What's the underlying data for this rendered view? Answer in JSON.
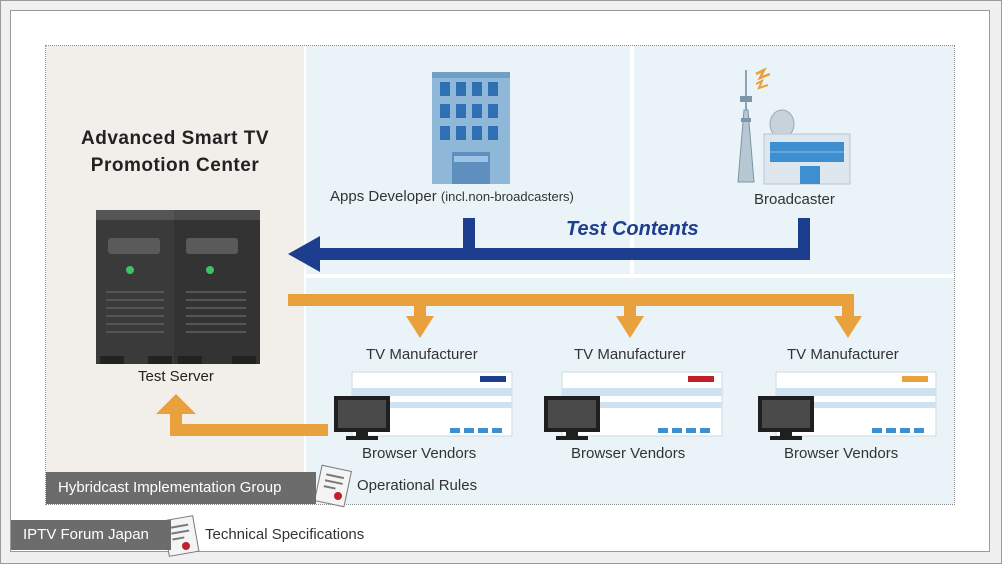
{
  "center": {
    "title_line1": "Advanced Smart TV",
    "title_line2": "Promotion Center",
    "server_label": "Test Server"
  },
  "apps_developer": {
    "label": "Apps Developer",
    "note": "(incl.non-broadcasters)"
  },
  "broadcaster": {
    "label": "Broadcaster"
  },
  "flow": {
    "test_contents": "Test Contents"
  },
  "tv_manufacturers": [
    {
      "label": "TV Manufacturer",
      "vendor_label": "Browser Vendors",
      "accent": "#1d3e8f"
    },
    {
      "label": "TV Manufacturer",
      "vendor_label": "Browser Vendors",
      "accent": "#c0202a"
    },
    {
      "label": "TV Manufacturer",
      "vendor_label": "Browser Vendors",
      "accent": "#e8a13c"
    }
  ],
  "hybridcast": {
    "group": "Hybridcast Implementation Group",
    "doc": "Operational Rules"
  },
  "iptv": {
    "group": "IPTV Forum Japan",
    "doc": "Technical Specifications"
  },
  "colors": {
    "blue_arrow": "#1d3e8f",
    "orange_arrow": "#e8a13c",
    "panel_blue": "#eaf3f8",
    "panel_beige": "#f2efea",
    "group_bar": "#6c6c6c"
  },
  "icons": {
    "office": "office-building-icon",
    "tower": "broadcast-tower-icon",
    "server": "server-rack-icon",
    "monitor": "tv-monitor-icon",
    "document": "document-certificate-icon"
  }
}
